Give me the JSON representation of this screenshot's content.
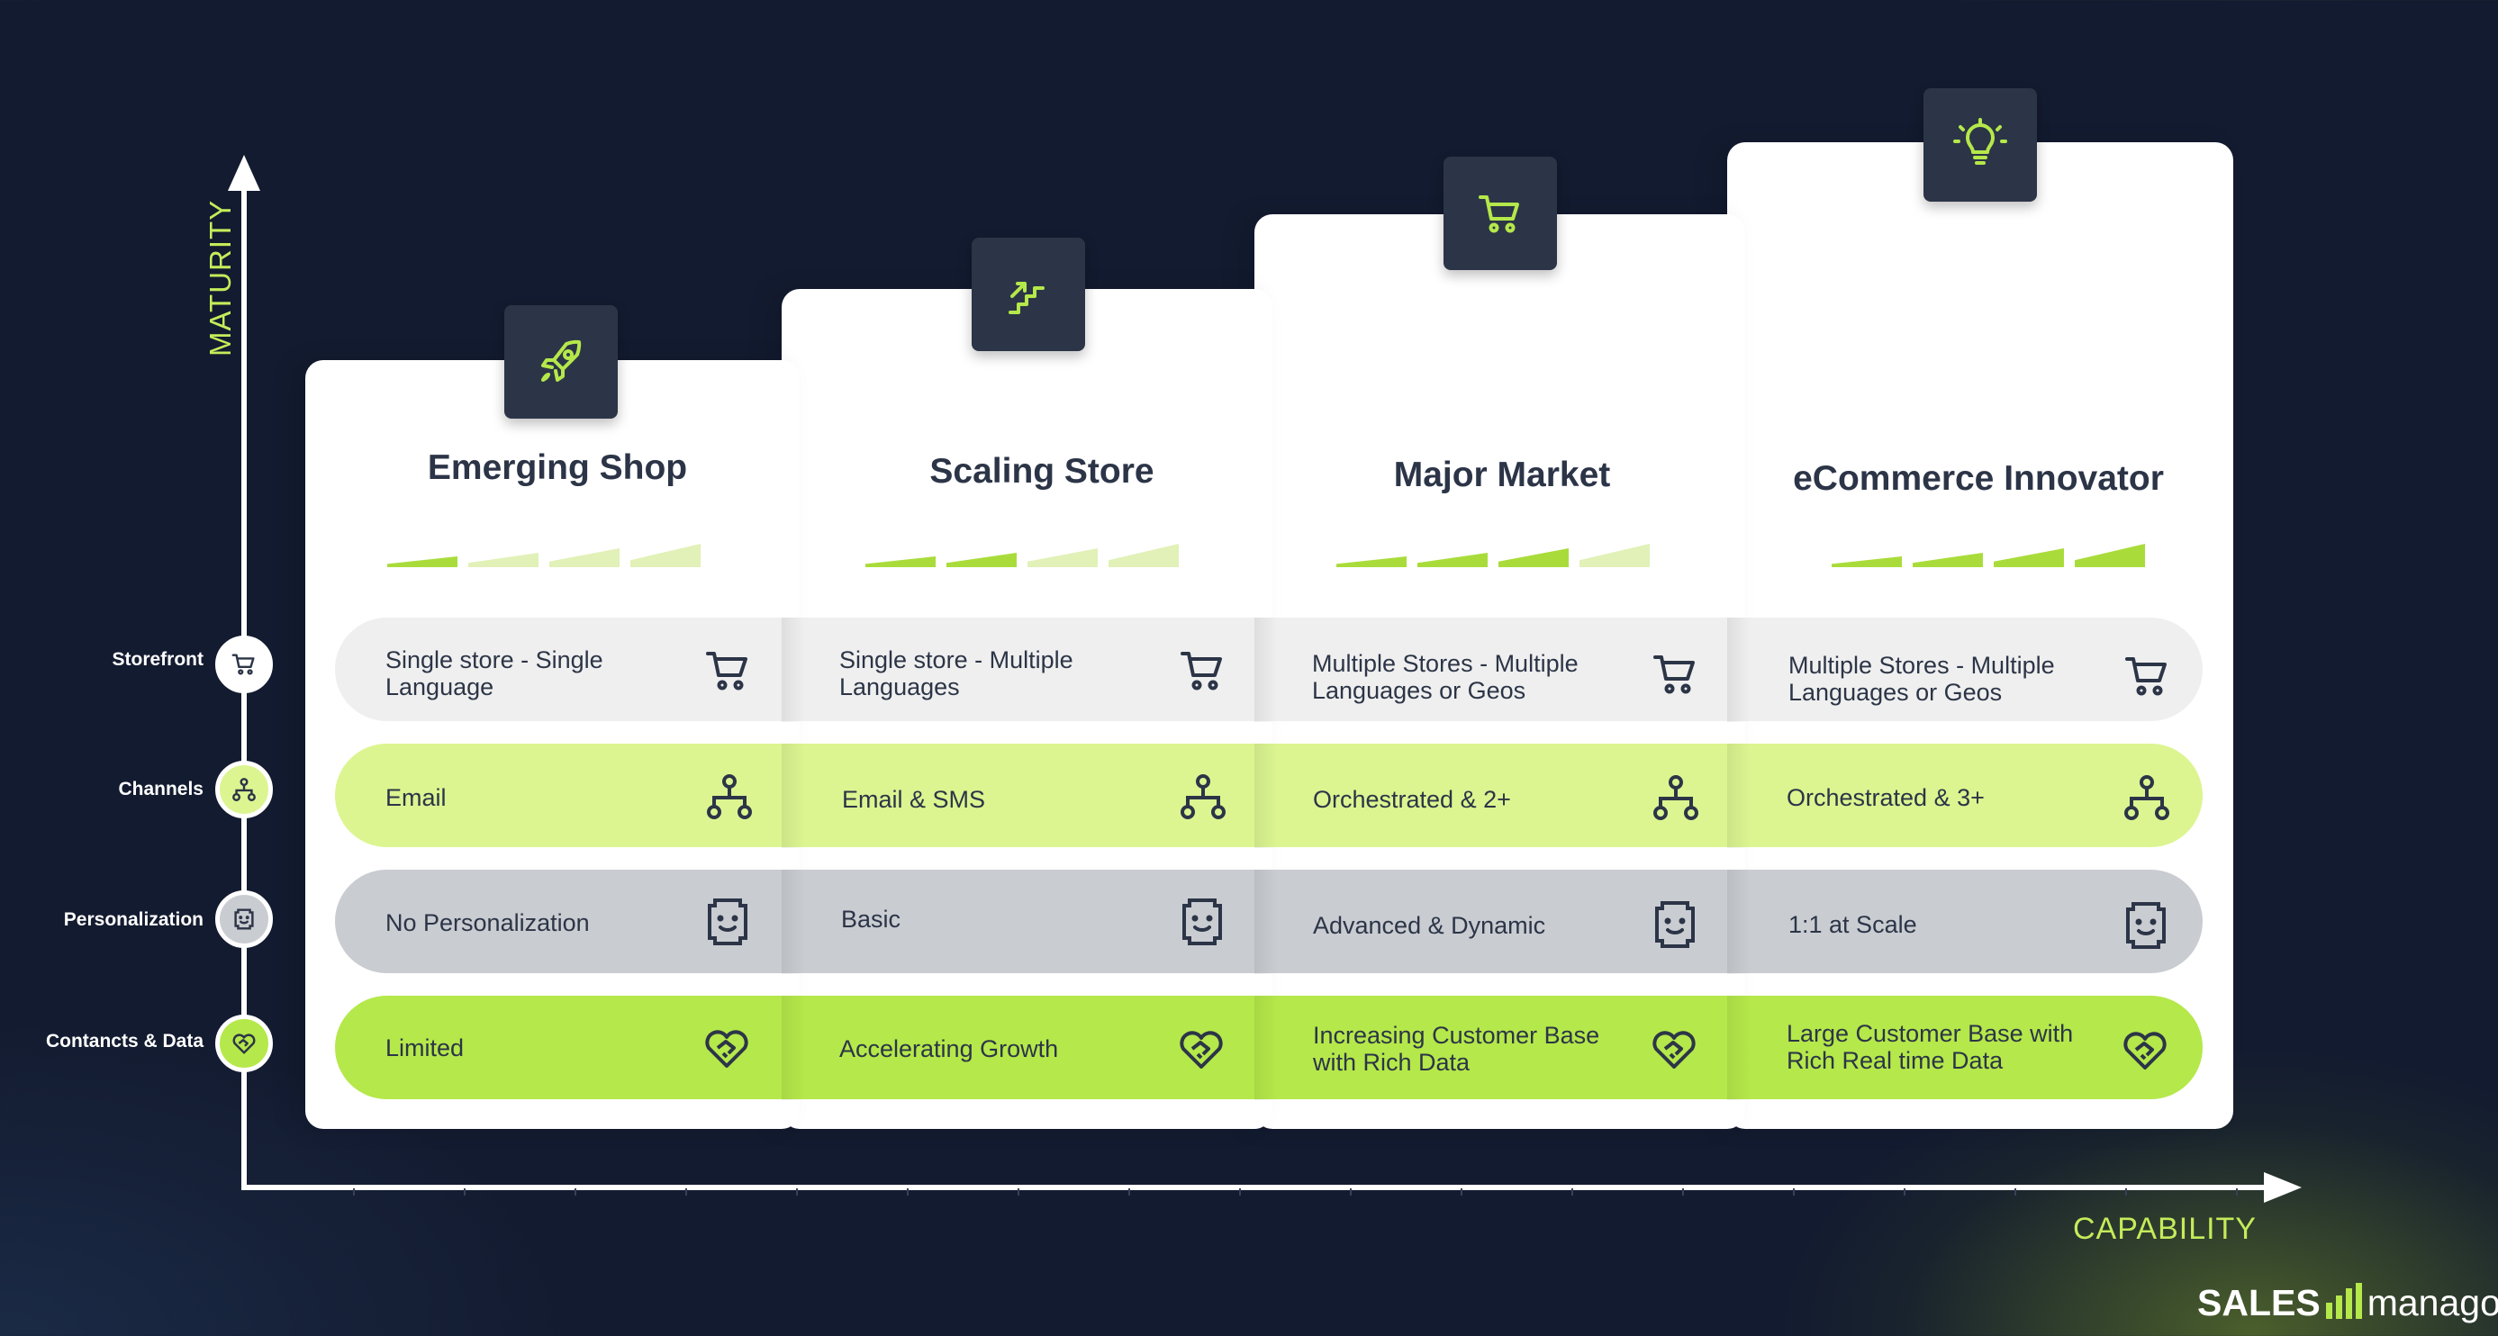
{
  "axes": {
    "y_label": "MATURITY",
    "x_label": "CAPABILITY"
  },
  "rows": [
    {
      "label": "Storefront",
      "icon": "cart-icon"
    },
    {
      "label": "Channels",
      "icon": "network-icon"
    },
    {
      "label": "Personalization",
      "icon": "face-icon"
    },
    {
      "label": "Contancts & Data",
      "icon": "heart-hand-icon"
    }
  ],
  "stages": [
    {
      "title": "Emerging Shop",
      "icon": "rocket-icon",
      "level": 1,
      "cells": [
        "Single store - Single Language",
        "Email",
        "No Personalization",
        "Limited"
      ]
    },
    {
      "title": "Scaling Store",
      "icon": "stairs-icon",
      "level": 2,
      "cells": [
        "Single store - Multiple Languages",
        "Email & SMS",
        "Basic",
        "Accelerating Growth"
      ]
    },
    {
      "title": "Major Market",
      "icon": "cart-icon",
      "level": 3,
      "cells": [
        "Multiple Stores - Multiple Languages or Geos",
        "Orchestrated & 2+",
        "Advanced & Dynamic",
        "Increasing Customer Base with Rich Data"
      ]
    },
    {
      "title": "eCommerce Innovator",
      "icon": "lightbulb-icon",
      "level": 4,
      "cells": [
        "Multiple Stores - Multiple Languages or Geos",
        "Orchestrated & 3+",
        "1:1 at Scale",
        "Large Customer Base with Rich Real time Data"
      ]
    }
  ],
  "logo": {
    "left": "SALES",
    "right": "manago"
  },
  "colors": {
    "background": "#131b30",
    "accent_green": "#c4ec5a",
    "storefront_row": "#efefef",
    "channels_row": "#dcf591",
    "personalization_row": "#c9ccd1",
    "data_row": "#b5e84a",
    "tile": "#2c3547"
  }
}
